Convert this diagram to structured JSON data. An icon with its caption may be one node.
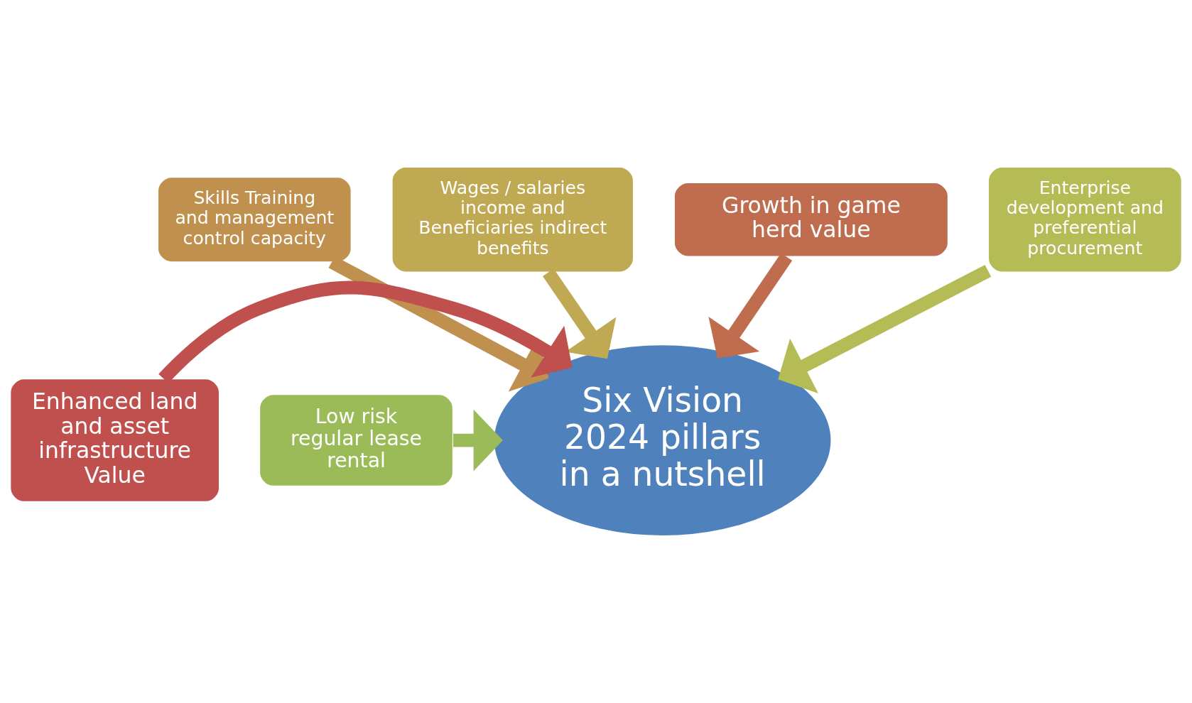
{
  "diagram": {
    "nodes": [
      {
        "text": [
          "Skills Training and management control capacity"
        ]
      },
      {
        "text": [
          "Wages / salaries income and Beneficiaries indirect benefits"
        ]
      },
      {
        "text": [
          "Growth in game herd value"
        ]
      },
      {
        "text": [
          "Enterprise development and preferential procurement"
        ]
      },
      {
        "text": [
          "Enhanced land  and asset infrastructure Value"
        ]
      },
      {
        "text": [
          "Low risk regular lease rental"
        ]
      },
      {
        "text": [
          "Six Vision 2024 pillars in a nutshell"
        ]
      }
    ],
    "edges": [
      {
        "from": 0,
        "to": 6,
        "arrow": "to",
        "color": "#c0904f"
      },
      {
        "from": 1,
        "to": 6,
        "arrow": "to",
        "color": "#bfa952"
      },
      {
        "from": 2,
        "to": 6,
        "arrow": "to",
        "color": "#c06c4e"
      },
      {
        "from": 3,
        "to": 6,
        "arrow": "to",
        "color": "#b5bb55"
      },
      {
        "from": 4,
        "to": 6,
        "arrow": "to",
        "color": "#c0504d"
      },
      {
        "from": 5,
        "to": 6,
        "arrow": "to",
        "color": "#9bbb59"
      }
    ]
  }
}
